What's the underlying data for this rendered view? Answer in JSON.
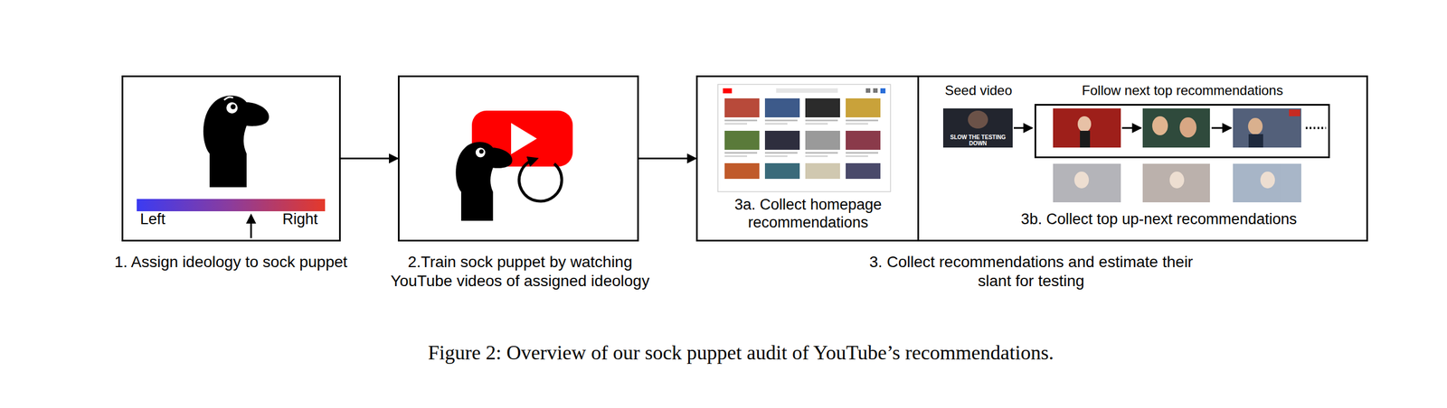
{
  "diagram": {
    "caption": "Figure 2: Overview of our sock puppet audit of YouTube’s recommendations.",
    "nodes": [
      {
        "text": [
          "Left",
          "Right",
          "1. Assign ideology to sock puppet"
        ]
      },
      {
        "text": [
          "2.Train sock puppet by watching YouTube videos of assigned ideology"
        ]
      },
      {
        "text": [
          "3. Collect recommendations and estimate their slant for testing"
        ]
      },
      {
        "text": [
          "3a. Collect homepage recommendations"
        ],
        "in": 2
      },
      {
        "text": [
          "Seed video",
          "3b. Collect top up-next recommendations"
        ],
        "in": 2
      },
      {
        "text": [
          "Follow next top recommendations"
        ],
        "in": 4
      }
    ],
    "edges": [
      {
        "from": 0,
        "to": 1,
        "arrow": "to"
      },
      {
        "from": 1,
        "to": 2,
        "arrow": "to"
      }
    ],
    "labels": [
      "SLOW THE TESTING DOWN"
    ]
  }
}
